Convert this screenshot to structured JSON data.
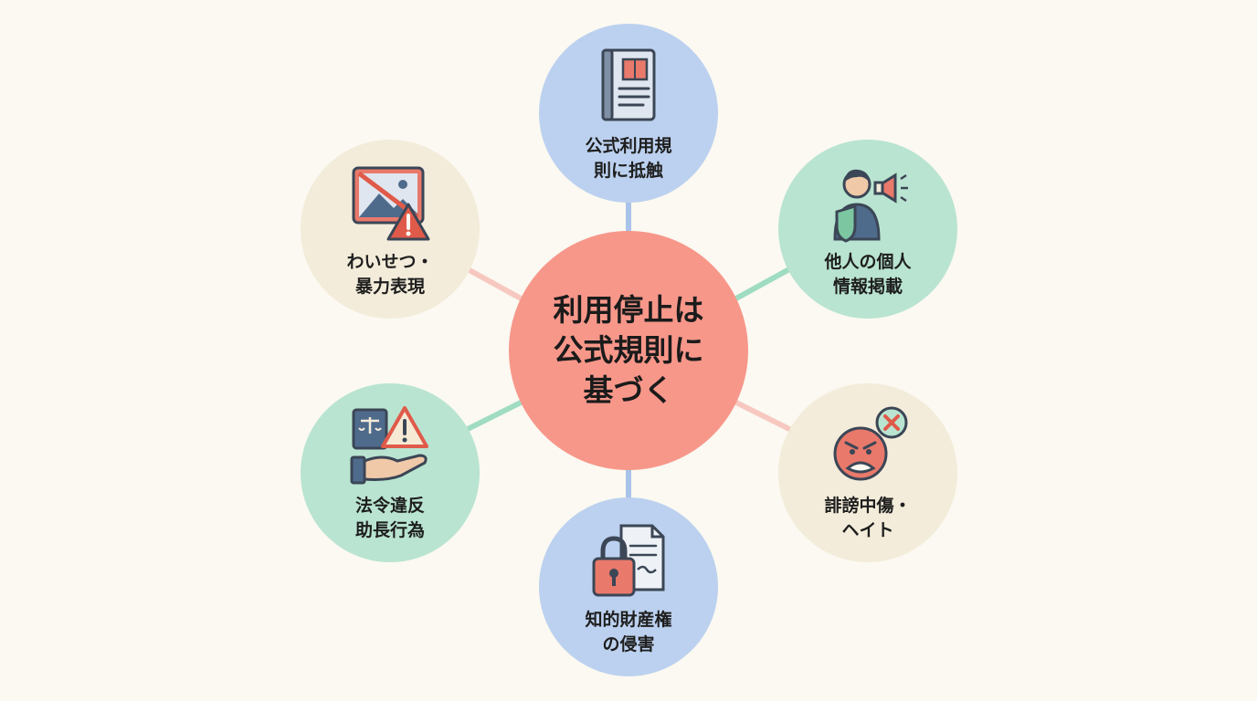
{
  "center": {
    "label": "利用停止は\n公式規則に\n基づく"
  },
  "nodes": {
    "top": {
      "label": "公式利用規\n則に抵触",
      "icon": "rulebook-icon"
    },
    "top_right": {
      "label": "他人の個人\n情報掲載",
      "icon": "person-megaphone-shield-icon"
    },
    "bottom_right": {
      "label": "誹謗中傷・\nヘイト",
      "icon": "angry-face-x-icon"
    },
    "bottom": {
      "label": "知的財産権\nの侵害",
      "icon": "padlock-document-icon"
    },
    "bottom_left": {
      "label": "法令違反\n助長行為",
      "icon": "law-book-warning-hand-icon"
    },
    "top_left": {
      "label": "わいせつ・\n暴力表現",
      "icon": "blocked-image-warning-icon"
    }
  },
  "colors": {
    "background": "#fbf9f1",
    "center": "#f7978a",
    "blue": "#bcd1ef",
    "green": "#b9e4d1",
    "beige": "#f3ecda",
    "link_blue": "#a9c3ea",
    "link_green": "#9fdcc2",
    "link_pink": "#f7c8c0"
  }
}
